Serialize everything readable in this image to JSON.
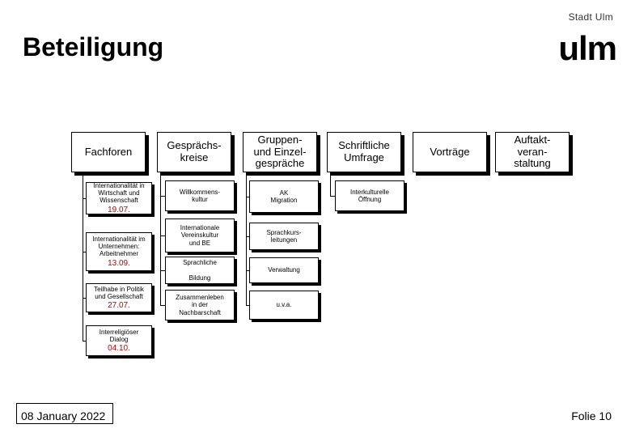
{
  "header": {
    "title": "Beteiligung",
    "org_small": "Stadt Ulm",
    "logo_text": "ulm"
  },
  "columns": [
    {
      "heading": "Fachforen",
      "items": [
        {
          "text": "Internationalität in\nWirtschaft und\nWissenschaft",
          "date": "19.07."
        },
        {
          "text": "Internationalität im\nUnternehmen:\nArbeitnehmer",
          "date": "13.09."
        },
        {
          "text": "Teilhabe in Politik\nund Gesellschaft",
          "date": "27.07."
        },
        {
          "text": "Interreligiöser\nDialog",
          "date": "04.10."
        }
      ]
    },
    {
      "heading": "Gesprächs-\nkreise",
      "items": [
        {
          "text": "Willkommens-\nkultur"
        },
        {
          "text": "Internationale\nVereinskultur\nund BE"
        },
        {
          "text": "Sprachliche\n\nBildung"
        },
        {
          "text": "Zusammenleben\nin der\nNachbarschaft"
        }
      ]
    },
    {
      "heading": "Gruppen-\nund Einzel-\ngespräche",
      "items": [
        {
          "text": "AK\nMigration"
        },
        {
          "text": "Sprachkurs-\nleitungen"
        },
        {
          "text": "Verwaltung"
        },
        {
          "text": "u.v.a."
        }
      ]
    },
    {
      "heading": "Schriftliche\nUmfrage",
      "items": [
        {
          "text": "Interkulturelle\nÖffnung"
        }
      ]
    },
    {
      "heading": "Vorträge",
      "items": []
    },
    {
      "heading": "Auftakt-\nveran-\nstaltung",
      "items": []
    }
  ],
  "footer": {
    "date": "08 January 2022",
    "page": "Folie 10"
  }
}
